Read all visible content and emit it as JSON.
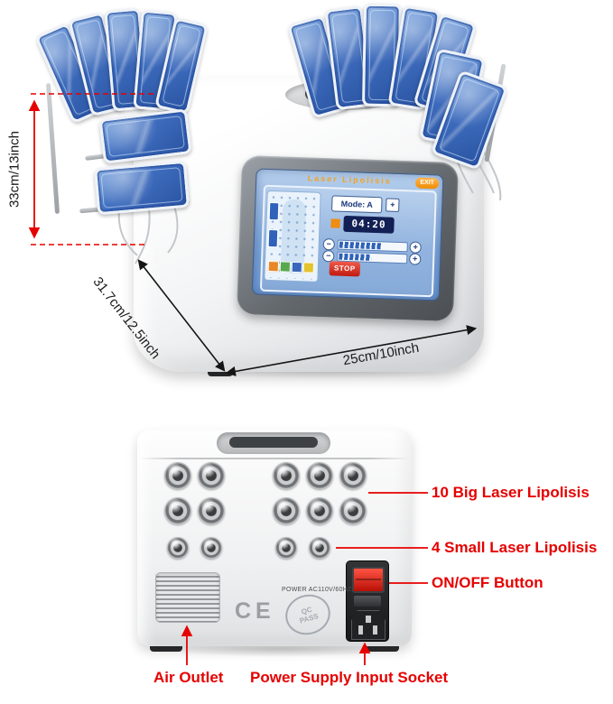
{
  "front_view": {
    "screen": {
      "title": "Laser Lipolisis",
      "exit_label": "EXIT",
      "mode_label": "Mode: A",
      "timer": "04:20",
      "stop_label": "STOP",
      "minus_label": "−",
      "plus_label": "+"
    },
    "dimensions": {
      "height": "33cm/13inch",
      "depth": "31.7cm/12.5inch",
      "width": "25cm/10inch"
    }
  },
  "back_view": {
    "power_rating": "POWER AC110V/60HZ",
    "ce_mark": "CE",
    "qc_stamp": {
      "line1": "QC",
      "line2": "PASS"
    }
  },
  "annotations": {
    "big_ports": "10 Big Laser Lipolisis",
    "small_ports": "4 Small Laser Lipolisis",
    "onoff_button": "ON/OFF Button",
    "air_outlet": "Air Outlet",
    "power_socket": "Power Supply Input Socket"
  },
  "colors": {
    "annotation_red": "#e60000",
    "dimension_black": "#1a1a1a",
    "paddle_blue": "#3e6cbd",
    "screen_blue": "#7aa3d8",
    "accent_orange": "#f6a21c",
    "stop_red": "#bf1a10"
  }
}
